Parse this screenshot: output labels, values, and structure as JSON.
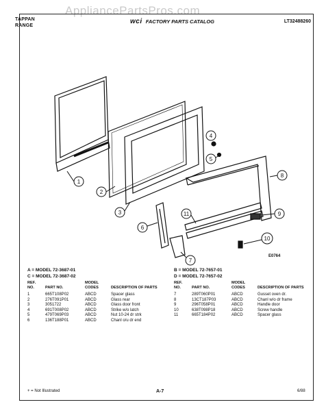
{
  "watermark": "AppliancePartsPros.com",
  "header": {
    "brand_line1": "TAPPAN",
    "brand_line2": "RANGE",
    "logo_text": "wci",
    "catalog_title": "FACTORY PARTS CATALOG",
    "catalog_number": "LT32488260"
  },
  "diagram": {
    "code": "E0764",
    "callouts": [
      "1",
      "2",
      "3",
      "4",
      "5",
      "6",
      "7",
      "8",
      "9",
      "10",
      "11"
    ]
  },
  "models": {
    "a": "A = MODEL 72-3687-01",
    "b": "B = MODEL 72-7657-01",
    "c": "C = MODEL 72-3687-02",
    "d": "D = MODEL 72-7657-02"
  },
  "table_headers": {
    "ref": "REF. NO.",
    "part": "PART NO.",
    "codes": "MODEL CODES",
    "desc": "DESCRIPTION OF PARTS"
  },
  "parts_left": [
    {
      "ref": "1",
      "part": "665T108P02",
      "code": "ABCD",
      "desc": "Spacer glass"
    },
    {
      "ref": "2",
      "part": "276T091P01",
      "code": "ABCD",
      "desc": "Glass rear"
    },
    {
      "ref": "3",
      "part": "3051722",
      "code": "ABCD",
      "desc": "Glass door front"
    },
    {
      "ref": "4",
      "part": "691T008P02",
      "code": "ABCD",
      "desc": "Strike w/o latch"
    },
    {
      "ref": "5",
      "part": "479T069P03",
      "code": "ABCD",
      "desc": "Nut 10-24 dr strk"
    },
    {
      "ref": "6",
      "part": "136T188P01",
      "code": "ABCD",
      "desc": "Chanl o/u dr end"
    }
  ],
  "parts_right": [
    {
      "ref": "7",
      "part": "289T060P01",
      "code": "ABCD",
      "desc": "Gusset oven dr."
    },
    {
      "ref": "8",
      "part": "13CT187P03",
      "code": "ABCD",
      "desc": "Chanl w/o dr frame"
    },
    {
      "ref": "9",
      "part": "296T058P01",
      "code": "ABCD",
      "desc": "Handle door"
    },
    {
      "ref": "10",
      "part": "638T098P18",
      "code": "ABCD",
      "desc": "Screw handle"
    },
    {
      "ref": "11",
      "part": "665T184P02",
      "code": "ABCD",
      "desc": "Spacer glass"
    }
  ],
  "footer": {
    "note": "+ = Not Illustrated",
    "page": "A-7",
    "date": "6/88"
  }
}
